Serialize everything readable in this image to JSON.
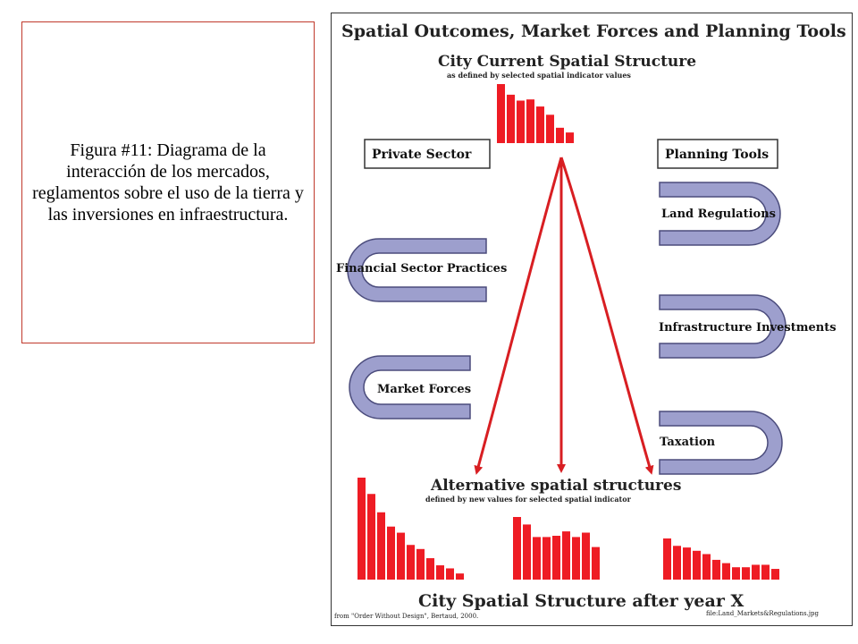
{
  "caption": "Figura #11: Diagrama de la interacción de los mercados, reglamentos sobre el uso de la tierra y las inversiones en infraestructura.",
  "figure": {
    "title": "Spatial Outcomes, Market Forces and Planning Tools",
    "current_heading": "City Current Spatial Structure",
    "current_sub": "as defined by selected spatial indicator values",
    "private_sector_label": "Private Sector",
    "planning_tools_label": "Planning Tools",
    "private_items": [
      "Financial Sector Practices",
      "Market Forces"
    ],
    "planning_items": [
      "Land Regulations",
      "Infrastructure Investments",
      "Taxation"
    ],
    "alternatives_heading": "Alternative spatial structures",
    "alternatives_sub": "defined by new values for selected spatial indicator",
    "after_heading": "City Spatial Structure after year X",
    "source_left": "from \"Order Without Design\", Bertaud, 2000.",
    "source_right": "file:Land_Markets&Regulations.jpg"
  },
  "colors": {
    "bar": "#ee1c24",
    "arrow": "#d81e22",
    "u_shape": "#9d9fcd",
    "u_stroke": "#4b4c7c"
  },
  "chart_data": [
    {
      "type": "bar",
      "name": "current",
      "values": [
        100,
        82,
        72,
        74,
        62,
        48,
        26,
        18
      ]
    },
    {
      "type": "bar",
      "name": "alternative-1",
      "values": [
        100,
        84,
        66,
        52,
        46,
        34,
        30,
        21,
        14,
        11,
        6
      ]
    },
    {
      "type": "bar",
      "name": "alternative-2",
      "values": [
        100,
        88,
        68,
        68,
        70,
        77,
        68,
        75,
        52
      ]
    },
    {
      "type": "bar",
      "name": "alternative-3",
      "values": [
        100,
        82,
        78,
        70,
        62,
        48,
        40,
        30,
        30,
        36,
        36,
        26
      ]
    }
  ]
}
